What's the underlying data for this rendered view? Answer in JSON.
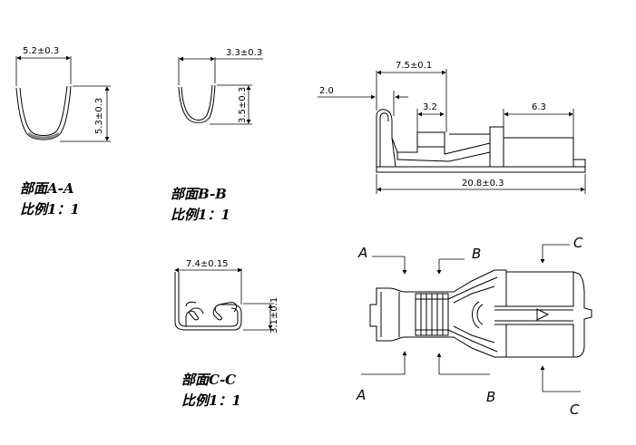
{
  "section_aa": {
    "width_dim": "5.2±0.3",
    "height_dim": "5.3±0.3",
    "caption_title": "部面A-A",
    "caption_scale": "比例1：1"
  },
  "section_bb": {
    "width_dim": "3.3±0.3",
    "height_dim": "3.5±0.3",
    "caption_title": "部面B-B",
    "caption_scale": "比例1：1"
  },
  "section_cc": {
    "width_dim": "7.4±0.15",
    "height_dim": "3.1±0.1",
    "caption_title": "部面C-C",
    "caption_scale": "比例1：1"
  },
  "side_view": {
    "dim_left": "2.0",
    "dim_top": "7.5±0.1",
    "dim_mid": "3.2",
    "dim_right": "6.3",
    "dim_total": "20.8±0.3"
  },
  "top_view": {
    "label_a_top": "A",
    "label_b_top": "B",
    "label_c_top": "C",
    "label_a_bottom": "A",
    "label_b_bottom": "B",
    "label_c_bottom": "C"
  }
}
